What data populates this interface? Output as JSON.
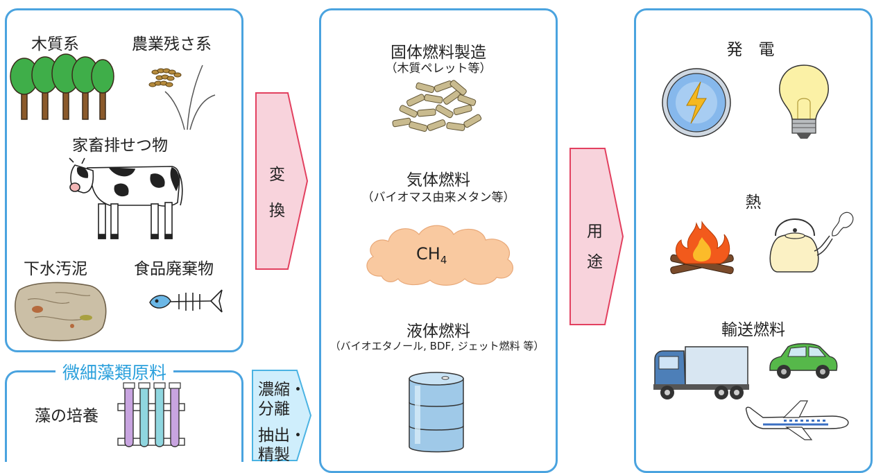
{
  "sources": {
    "wood": "木質系",
    "agri_residue": "農業残さ系",
    "livestock_waste": "家畜排せつ物",
    "sewage_sludge": "下水汚泥",
    "food_waste": "食品廃棄物"
  },
  "microalgae": {
    "title": "微細藻類原料",
    "culture": "藻の培養"
  },
  "arrows": {
    "conversion": [
      "変",
      "換"
    ],
    "uses": [
      "用",
      "途"
    ],
    "process_1": [
      "濃縮・",
      "分離"
    ],
    "process_2": [
      "抽出・",
      "精製"
    ]
  },
  "fuels": {
    "solid_title": "固体燃料製造",
    "solid_note": "（木質ペレット等）",
    "gas_title": "気体燃料",
    "gas_note": "（バイオマス由来メタン等）",
    "methane": "CH",
    "methane_sub": "4",
    "liquid_title": "液体燃料",
    "liquid_note": "（バイオエタノール, BDF, ジェット燃料 等）"
  },
  "uses": {
    "power": "発　電",
    "heat": "熱",
    "transport": "輸送燃料"
  },
  "colors": {
    "border": "#4aa3df",
    "arrow_red_fill": "#f8d3dc",
    "arrow_red_stroke": "#e2405f",
    "arrow_blue_fill": "#cfeefc",
    "arrow_blue_stroke": "#4ab3e3",
    "cloud": "#f9c9a0",
    "algae_title": "#2ba0dc"
  }
}
